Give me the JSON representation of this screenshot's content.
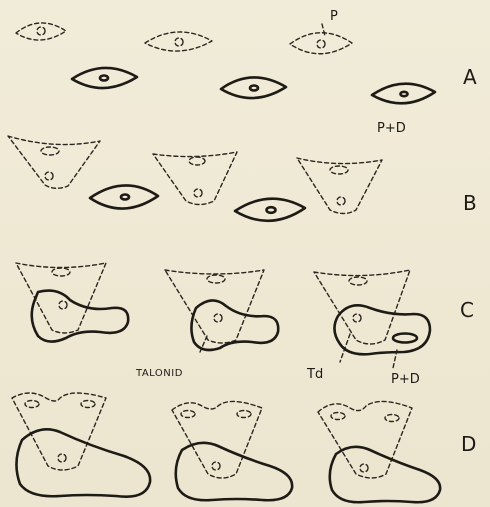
{
  "row_labels": [
    "A",
    "B",
    "C",
    "D"
  ],
  "annotations": {
    "p": "P",
    "p_plus_d_a": "P+D",
    "talonid": "TALONID",
    "td": "Td",
    "p_plus_d_c": "P+D"
  },
  "colors": {
    "ink": "#1e1b16",
    "paper": "#efe9d4"
  }
}
